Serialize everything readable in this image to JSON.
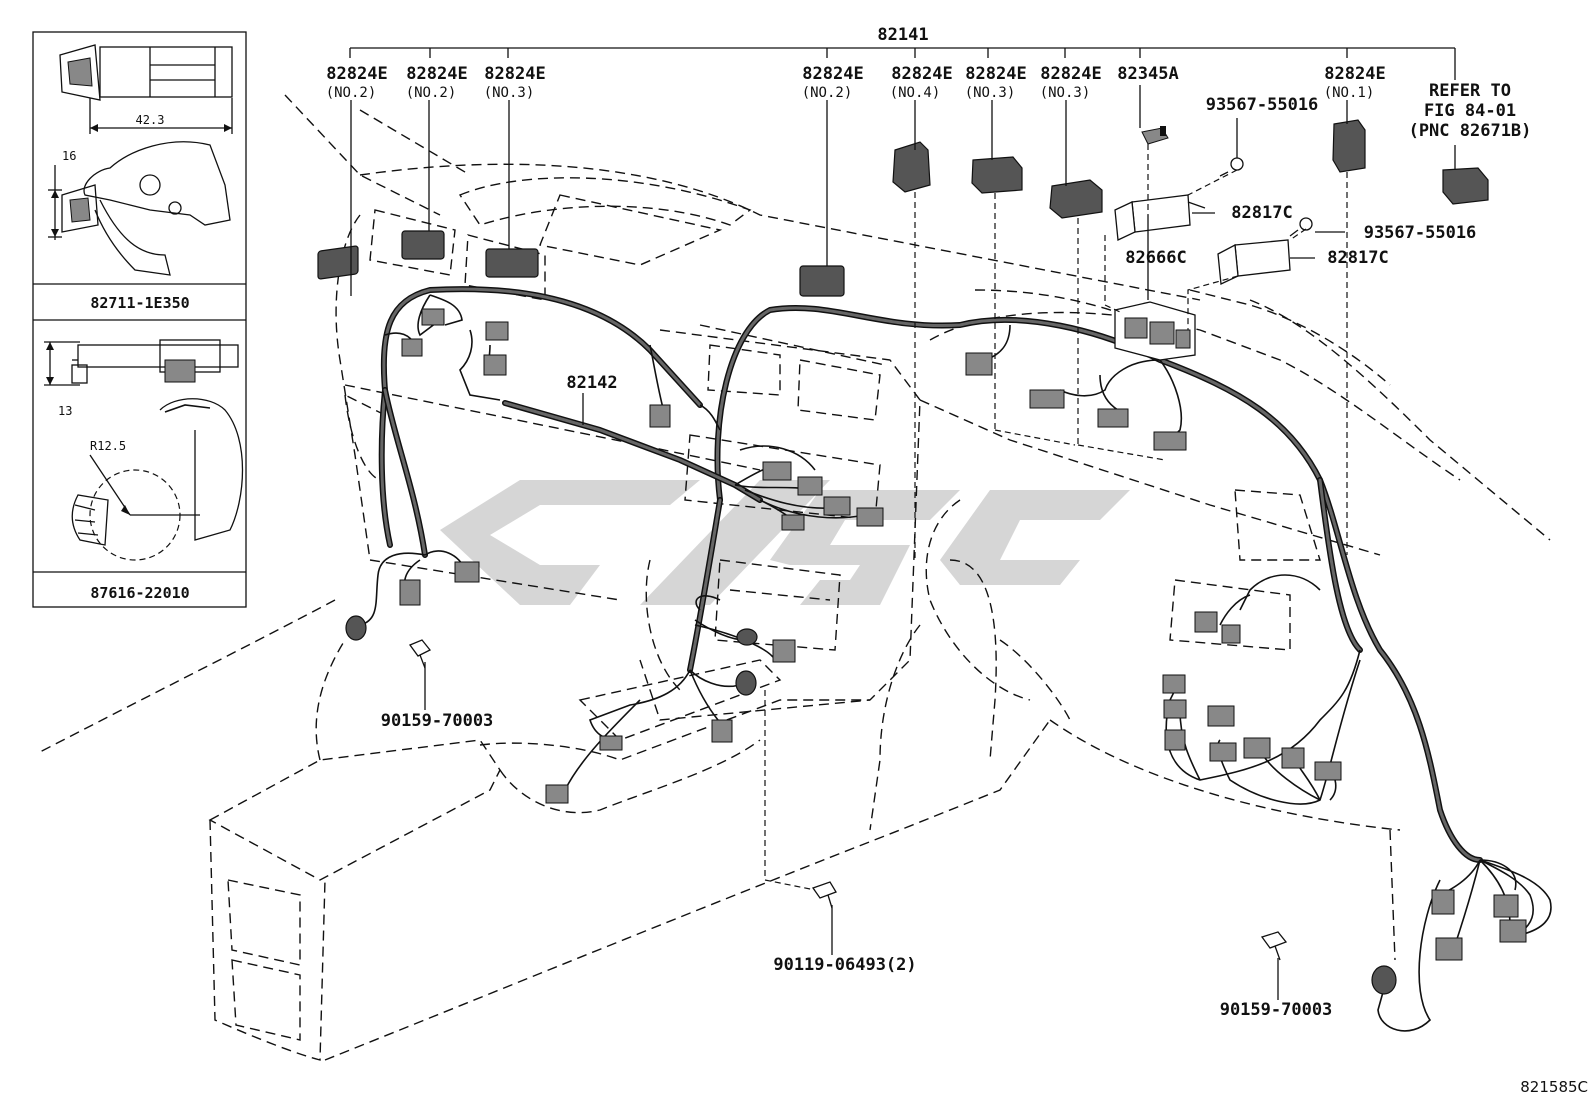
{
  "labels": {
    "main_harness": "82141",
    "sub_harness": "82142",
    "fuse_block": "82666C",
    "relay": "82345A",
    "bracket_1": "82817C",
    "bracket_2": "82817C",
    "screw_1": "93567-55016",
    "screw_2": "93567-55016",
    "bolt_left": "90159-70003",
    "bolt_right": "90159-70003",
    "bolt_center": "90119-06493(2)",
    "refer_line1": "REFER TO",
    "refer_line2": "FIG 84-01",
    "refer_line3": "(PNC 82671B)",
    "figure_id": "821585C"
  },
  "connectors": [
    {
      "part": "82824E",
      "note": "(NO.2)"
    },
    {
      "part": "82824E",
      "note": "(NO.2)"
    },
    {
      "part": "82824E",
      "note": "(NO.3)"
    },
    {
      "part": "82824E",
      "note": "(NO.2)"
    },
    {
      "part": "82824E",
      "note": "(NO.4)"
    },
    {
      "part": "82824E",
      "note": "(NO.3)"
    },
    {
      "part": "82824E",
      "note": "(NO.3)"
    },
    {
      "part": "82824E",
      "note": "(NO.1)"
    }
  ],
  "insets": [
    {
      "part": "82711-1E350",
      "dims": [
        "42.3",
        "16"
      ]
    },
    {
      "part": "87616-22010",
      "dims": [
        "13",
        "R12.5"
      ]
    }
  ],
  "colors": {
    "ink": "#111111",
    "watermark": "#cfcfcf",
    "connector_fill": "#555555"
  }
}
